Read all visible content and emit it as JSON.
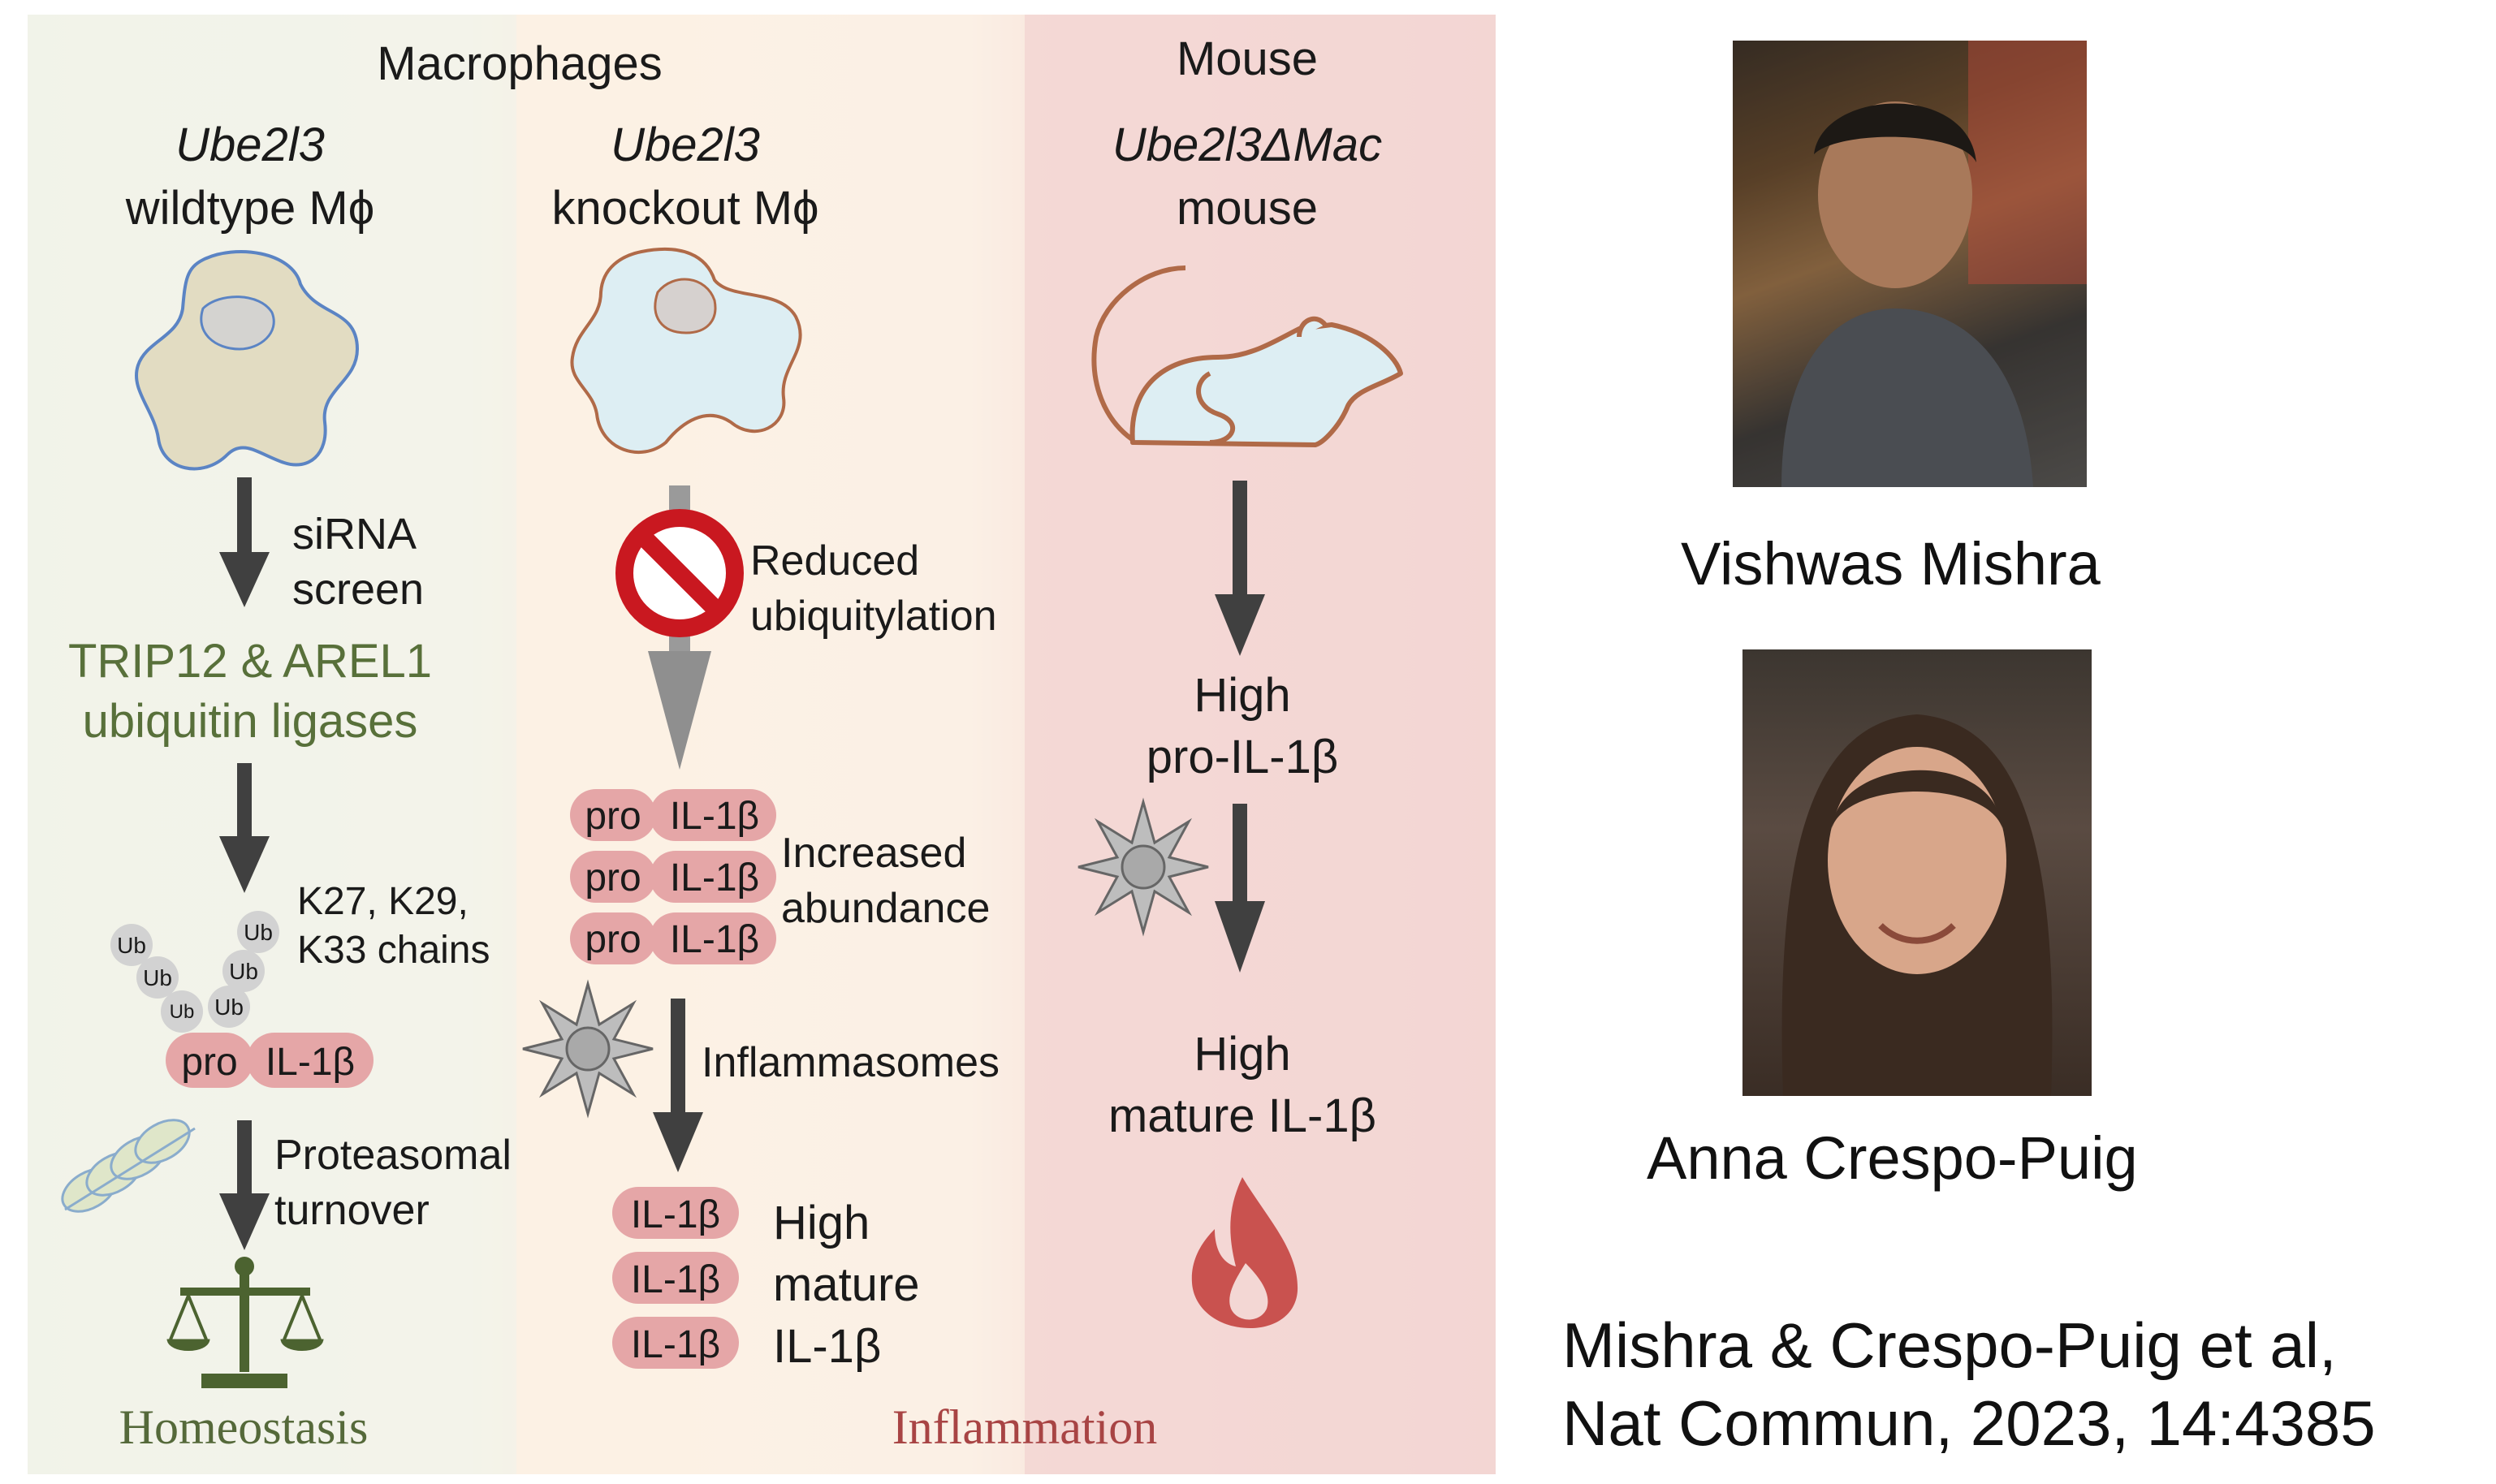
{
  "headers": {
    "macrophages": "Macrophages",
    "mouse": "Mouse"
  },
  "columns": {
    "wildtype": {
      "gene": "Ube2l3",
      "label": "wildtype Mϕ"
    },
    "knockout": {
      "gene": "Ube2l3",
      "label": "knockout Mϕ"
    },
    "mouse": {
      "gene": "Ube2l3ΔMac",
      "label": "mouse"
    }
  },
  "wildtype_flow": {
    "screen_1": "siRNA",
    "screen_2": "screen",
    "ligases_1": "TRIP12 & AREL1",
    "ligases_2": "ubiquitin ligases",
    "chains_1": "K27, K29,",
    "chains_2": "K33 chains",
    "ub": "Ub",
    "pro": "pro",
    "il1b": "IL-1β",
    "turnover_1": "Proteasomal",
    "turnover_2": "turnover",
    "outcome": "Homeostasis"
  },
  "knockout_flow": {
    "reduced_1": "Reduced",
    "reduced_2": "ubiquitylation",
    "pro": "pro",
    "il1b": "IL-1β",
    "increased_1": "Increased",
    "increased_2": "abundance",
    "inflammasomes": "Inflammasomes",
    "high_1": "High",
    "high_2": "mature",
    "high_3": "IL-1β"
  },
  "mouse_flow": {
    "pro_1": "High",
    "pro_2": "pro-IL-1β",
    "mature_1": "High",
    "mature_2": "mature IL-1β"
  },
  "outcome_inflammation": "Inflammation",
  "people": [
    {
      "name": "Vishwas Mishra"
    },
    {
      "name": "Anna Crespo-Puig"
    }
  ],
  "citation": {
    "line1": "Mishra & Crespo-Puig et al,",
    "line2": "Nat Commun, 2023, 14:4385"
  },
  "colors": {
    "panel_left": "#f1f3e9",
    "panel_mid": "#fbf1e6",
    "panel_right": "#f3d8d6",
    "ligase_green": "#58703a",
    "homeostasis_green": "#55693a",
    "inflammation_red": "#a84444",
    "pill": "#e5a6a7",
    "arrow": "#404040",
    "flame": "#c9524f"
  }
}
